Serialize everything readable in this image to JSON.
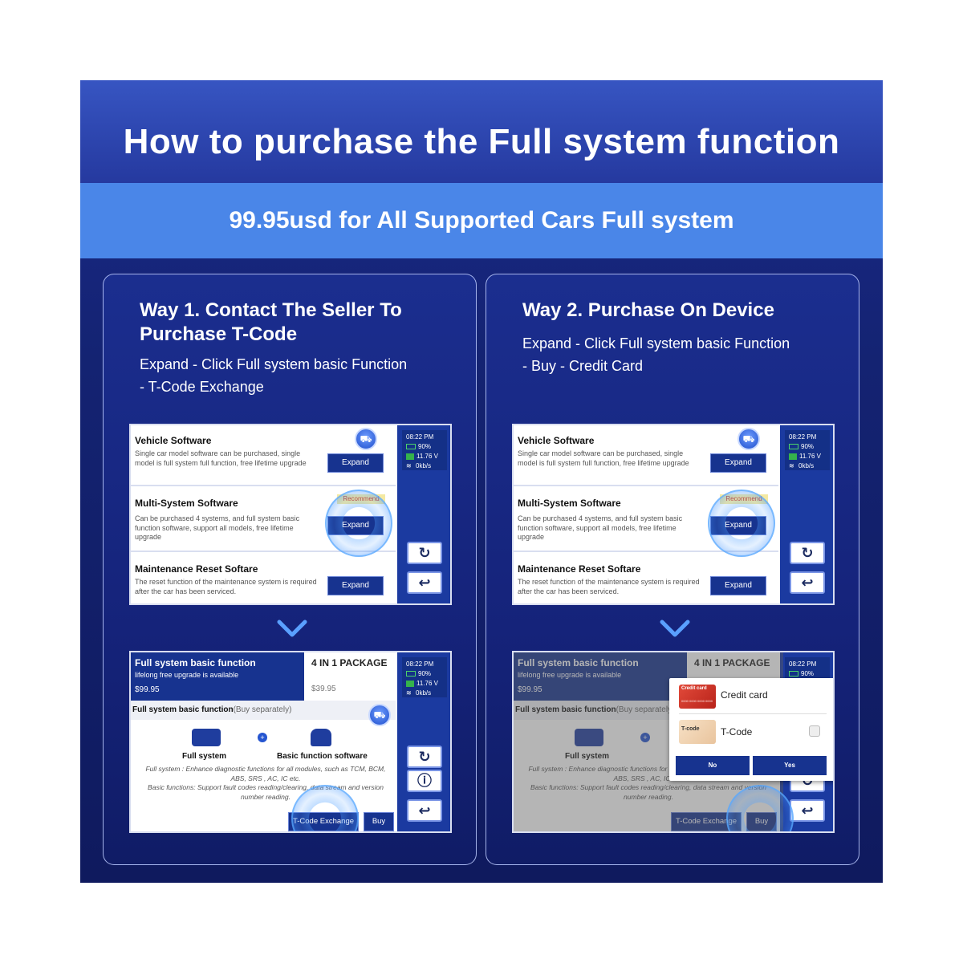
{
  "header": {
    "title": "How to purchase the Full system function",
    "price_line": "99.95usd for All Supported Cars Full system"
  },
  "colors": {
    "poster_bg": "#142372",
    "price_band": "#4a86e8",
    "button_blue": "#17338f",
    "recommend_bg": "#f4e9a2"
  },
  "status": {
    "time": "08:22 PM",
    "battery": "90%",
    "voltage": "11.76 V",
    "net": "0kb/s"
  },
  "way1": {
    "title": "Way 1. Contact The Seller To Purchase T-Code",
    "desc_line1": "Expand - Click Full system basic Function",
    "desc_line2": "- T-Code Exchange"
  },
  "way2": {
    "title": "Way 2. Purchase On Device",
    "desc_line1": "Expand - Click Full system basic Function",
    "desc_line2": "- Buy - Credit Card"
  },
  "software_list": {
    "vehicle": {
      "title": "Vehicle Software",
      "desc": "Single car model software can be purchased, single model is full system full function, free lifetime upgrade",
      "button": "Expand"
    },
    "multi": {
      "title": "Multi-System Software",
      "badge": "Recommend",
      "desc": "Can be purchased 4 systems, and full system basic function software, support all models, free lifetime upgrade",
      "button": "Expand"
    },
    "maint": {
      "title": "Maintenance Reset Softare",
      "desc": "The reset function of the maintenance system is required after the car has been serviced.",
      "button": "Expand"
    }
  },
  "package": {
    "name": "Full system basic function",
    "note": "lifelong free upgrade is available",
    "price": "$99.95",
    "alt_name": "4 IN 1 PACKAGE",
    "alt_price": "$39.95",
    "sub_head_bold": "Full system basic function",
    "sub_head_light": "(Buy separately)",
    "module1": "Full system",
    "module2": "Basic function software",
    "desc_line1": "Full system : Enhance diagnostic functions for all modules, such as TCM, BCM, ABS, SRS , AC, IC  etc.",
    "desc_line2": "Basic functions: Support fault codes reading/clearing, data stream and version number reading.",
    "tcode_button": "T-Code Exchange",
    "buy_button": "Buy"
  },
  "dialog": {
    "credit_label": "Credit card",
    "tcode_label": "T-Code",
    "card_text": "Credit card",
    "card_number": "0000 0000 0000 0000",
    "tcode_card_text": "T-code",
    "no": "No",
    "yes": "Yes"
  },
  "icons": {
    "side_refresh": "refresh-icon",
    "side_back": "back-icon",
    "side_info": "info-icon",
    "chevron": "chevron-down-icon"
  }
}
